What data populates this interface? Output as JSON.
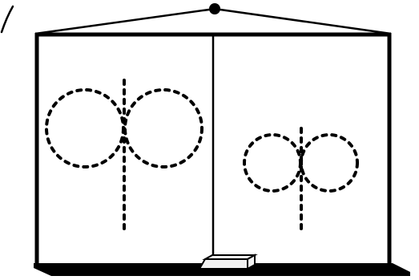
{
  "diagram": {
    "subject": "box-with-peaked-roof-divided-into-two-chambers",
    "colors": {
      "background": "#ffffff",
      "stroke": "#000000",
      "block_fill": "#f2f2f2"
    },
    "chambers": [
      {
        "id": "left",
        "dotted_circle_pairs": 1,
        "size": "large"
      },
      {
        "id": "right",
        "dotted_circle_pairs": 1,
        "size": "small"
      }
    ],
    "roof_apex_marker": "filled-dot",
    "floor_object": "small-rectangular-block"
  }
}
